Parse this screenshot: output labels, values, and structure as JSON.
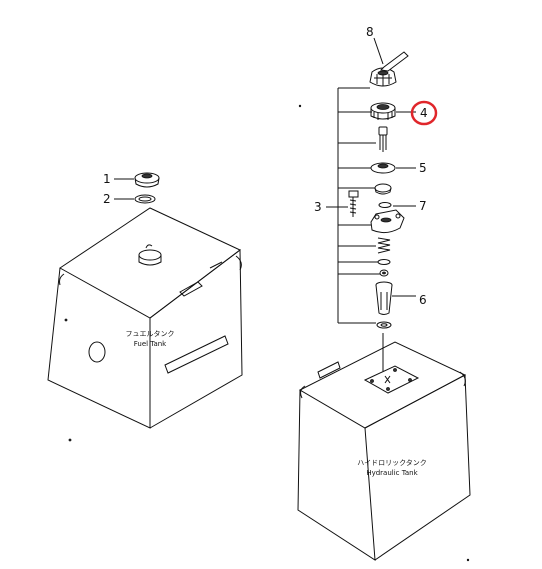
{
  "diagram": {
    "tanks": {
      "fuel": {
        "label_jp": "フュエルタンク",
        "label_en": "Fuel  Tank"
      },
      "hydraulic": {
        "label_jp": "ハイドロリックタンク",
        "label_en": "Hydraulic  Tank"
      }
    },
    "callouts": [
      {
        "id": "1",
        "label": "1"
      },
      {
        "id": "2",
        "label": "2"
      },
      {
        "id": "3",
        "label": "3"
      },
      {
        "id": "4",
        "label": "4",
        "highlighted": true
      },
      {
        "id": "5",
        "label": "5"
      },
      {
        "id": "6",
        "label": "6"
      },
      {
        "id": "7",
        "label": "7"
      },
      {
        "id": "8",
        "label": "8"
      }
    ],
    "highlight_color": "#e0262b",
    "line_color": "#111111"
  }
}
